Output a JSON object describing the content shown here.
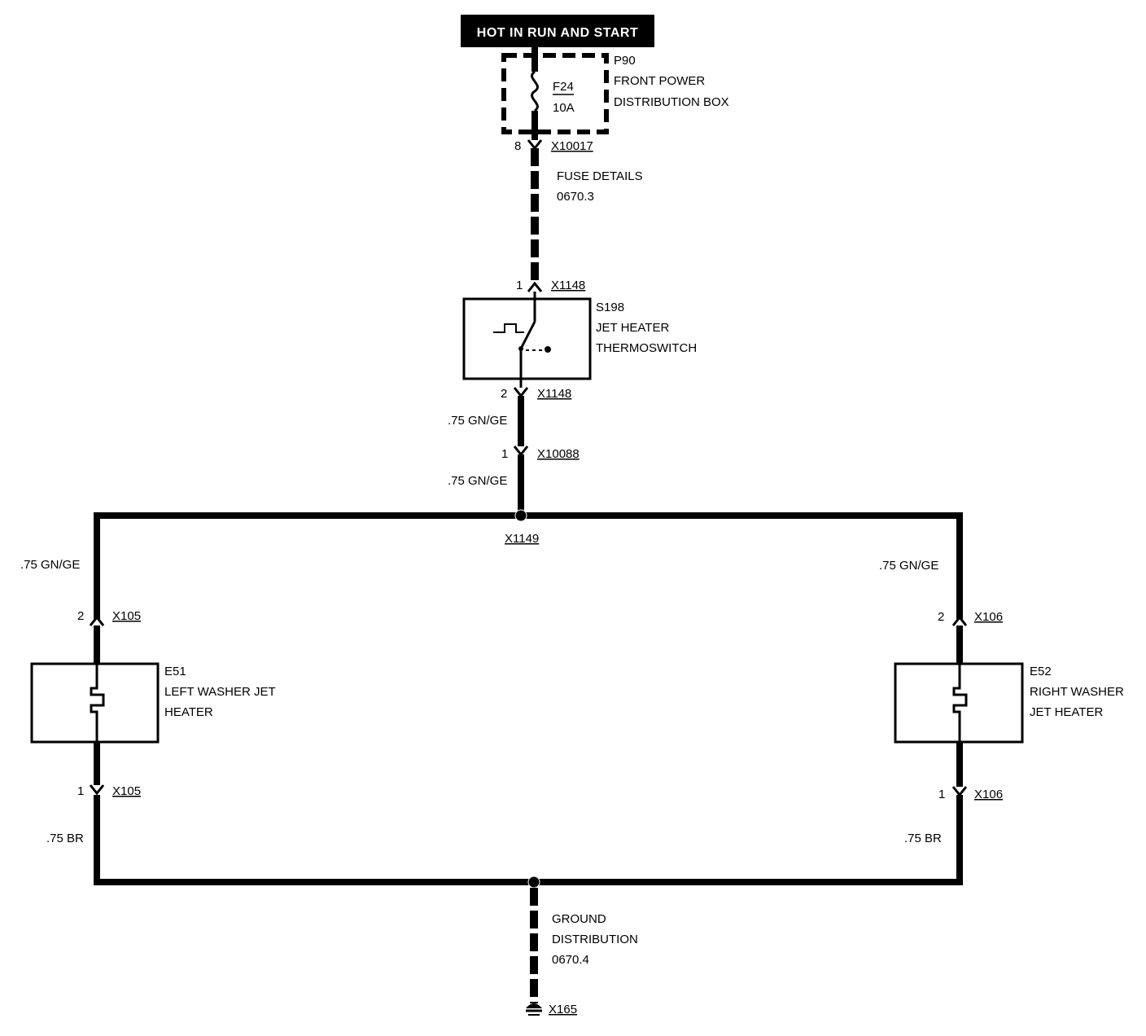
{
  "header": {
    "text": "HOT IN RUN AND START"
  },
  "fuse_box": {
    "id": "P90",
    "name_line1": "FRONT POWER",
    "name_line2": "DISTRIBUTION BOX",
    "fuse_id": "F24",
    "fuse_rating": "10A",
    "pin": "8",
    "connector": "X10017"
  },
  "fuse_details": {
    "line1": "FUSE DETAILS",
    "line2": "0670.3"
  },
  "switch": {
    "id": "S198",
    "name_line1": "JET HEATER",
    "name_line2": "THERMOSWITCH",
    "pin_in": "1",
    "connector_in": "X1148",
    "pin_out": "2",
    "connector_out": "X1148"
  },
  "wire_switch_out": ".75 GN/GE",
  "inline_connector": {
    "pin": "1",
    "connector": "X10088",
    "wire": ".75 GN/GE"
  },
  "splice": {
    "id": "X1149"
  },
  "left_heater": {
    "id": "E51",
    "name_line1": "LEFT WASHER JET",
    "name_line2": "HEATER",
    "wire_top": ".75 GN/GE",
    "pin_top": "2",
    "connector_top": "X105",
    "pin_bottom": "1",
    "connector_bottom": "X105",
    "wire_bottom": ".75 BR"
  },
  "right_heater": {
    "id": "E52",
    "name_line1": "RIGHT WASHER",
    "name_line2": "JET HEATER",
    "wire_top": ".75 GN/GE",
    "pin_top": "2",
    "connector_top": "X106",
    "pin_bottom": "1",
    "connector_bottom": "X106",
    "wire_bottom": ".75 BR"
  },
  "ground": {
    "line1": "GROUND",
    "line2": "DISTRIBUTION",
    "line3": "0670.4",
    "connector": "X165"
  }
}
